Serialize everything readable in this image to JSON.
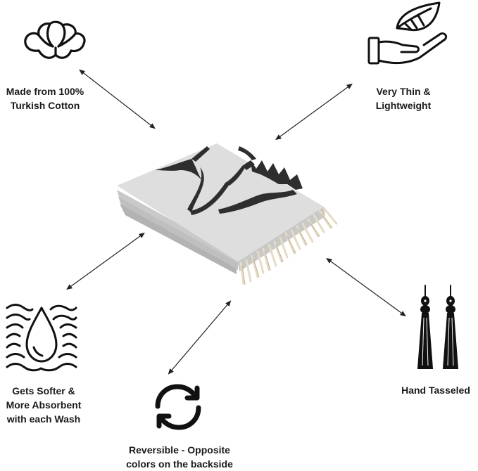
{
  "features": {
    "cotton": {
      "line1": "Made from 100%",
      "line2": "Turkish Cotton",
      "icon": "cotton-icon"
    },
    "thin": {
      "line1": "Very Thin &",
      "line2": "Lightweight",
      "icon": "feather-hand-icon"
    },
    "softer": {
      "line1": "Gets Softer &",
      "line2": "More Absorbent",
      "line3": "with each Wash",
      "icon": "water-drop-icon"
    },
    "reversible": {
      "line1": "Reversible - Opposite",
      "line2": "colors on the backside",
      "icon": "reverse-arrows-icon"
    },
    "tasseled": {
      "line1": "Hand Tasseled",
      "icon": "tassel-icon"
    }
  },
  "product": {
    "image": "folded-towel-image"
  },
  "colors": {
    "towel": "#dcdcdc",
    "print": "#2c2c2c",
    "fringe": "#e8dfcc",
    "line": "#222222"
  }
}
